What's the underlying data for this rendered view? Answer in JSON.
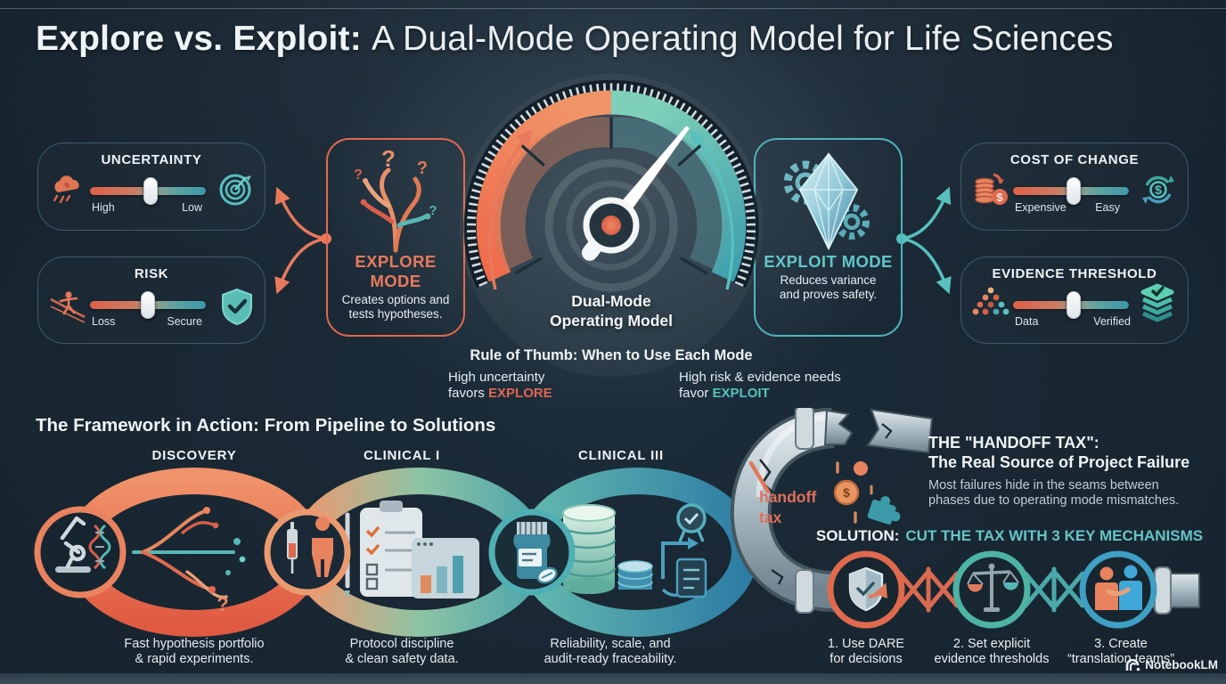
{
  "title": {
    "bold": "Explore vs. Exploit:",
    "rest": "A Dual-Mode Operating Model for Life Sciences"
  },
  "colors": {
    "background": "#1A2936",
    "accent_orange": "#E8795C",
    "accent_red": "#DD5F48",
    "accent_teal": "#58C0BD",
    "accent_blue": "#3F9FC4",
    "text_primary": "#EEF3F6",
    "text_secondary": "#C6D0D8"
  },
  "factor_cards": {
    "uncertainty": {
      "title": "UNCERTAINTY",
      "left_label": "High",
      "right_label": "Low"
    },
    "risk": {
      "title": "RISK",
      "left_label": "Loss",
      "right_label": "Secure"
    },
    "cost_of_change": {
      "title": "COST OF CHANGE",
      "left_label": "Expensive",
      "right_label": "Easy"
    },
    "evidence_threshold": {
      "title": "EVIDENCE THRESHOLD",
      "left_label": "Data",
      "right_label": "Verified"
    }
  },
  "modes": {
    "explore": {
      "title": "EXPLORE MODE",
      "desc": "Creates options and\ntests hypotheses."
    },
    "exploit": {
      "title": "EXPLOIT MODE",
      "desc": "Reduces variance\nand proves safety."
    }
  },
  "gauge": {
    "label": "Dual-Mode\nOperating Model"
  },
  "rule_of_thumb": {
    "heading": "Rule of Thumb: When to Use Each Mode",
    "left_text": "High uncertainty\nfavors ",
    "left_highlight": "EXPLORE",
    "right_text": "High risk & evidence needs\nfavor ",
    "right_highlight": "EXPLOIT"
  },
  "framework": {
    "heading": "The Framework in Action: From Pipeline to Solutions",
    "stages": [
      {
        "label": "DISCOVERY",
        "caption": "Fast hypothesis portfolio\n& rapid experiments."
      },
      {
        "label": "CLINICAL I",
        "caption": "Protocol discipline\n& clean safety data."
      },
      {
        "label": "CLINICAL III",
        "caption": "Reliability, scale, and\naudit-ready fraceability."
      }
    ],
    "handoff_label": "handoff\ntax"
  },
  "handoff_tax": {
    "title": "THE \"HANDOFF TAX\":\nThe Real Source of Project Failure",
    "desc": "Most failures hide in the seams between\nphases due to operating mode mismatches."
  },
  "solution": {
    "prefix": "SOLUTION:",
    "rest": "CUT THE TAX WITH 3 KEY MECHANISMS",
    "mechanisms": [
      {
        "caption": "1. Use DARE\nfor decisions"
      },
      {
        "caption": "2. Set explicit\nevidence thresholds"
      },
      {
        "caption": "3. Create\n“translation teams”"
      }
    ]
  },
  "glyphs": {
    "dollar": "$",
    "question": "?"
  },
  "watermark": "NotebookLM"
}
